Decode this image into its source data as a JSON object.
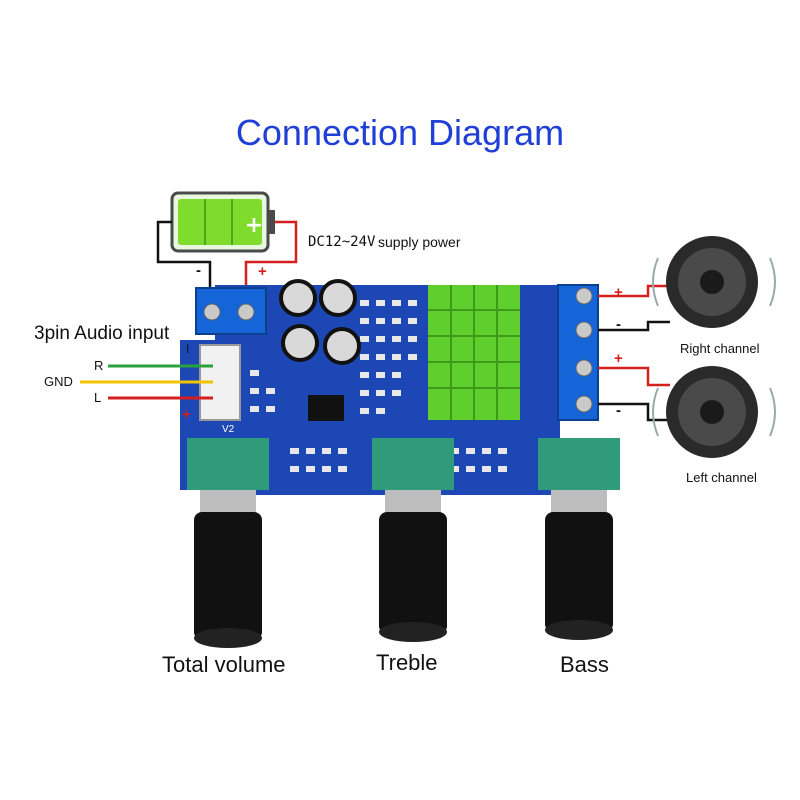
{
  "title": "Connection Diagram",
  "power": {
    "prefix": "DC12~24V",
    "suffix": "supply power",
    "minus": "-",
    "plus": "+"
  },
  "audio_input": {
    "label": "3pin Audio input",
    "r": "R",
    "gnd": "GND",
    "l": "L",
    "plus": "+",
    "pin_mark": "I"
  },
  "board": {
    "marking": "V2"
  },
  "speakers": {
    "right": "Right channel",
    "left": "Left channel",
    "plus": "+",
    "minus": "-"
  },
  "knobs": {
    "volume": "Total volume",
    "treble": "Treble",
    "bass": "Bass"
  },
  "colors": {
    "title": "#1f3fd6",
    "pcb": "#1d47b5",
    "heatsink": "#5fcf2e",
    "pot": "#2f9b7a",
    "wire_red": "#d41f1f",
    "wire_yellow": "#f2c300",
    "wire_green": "#2aa13a"
  }
}
